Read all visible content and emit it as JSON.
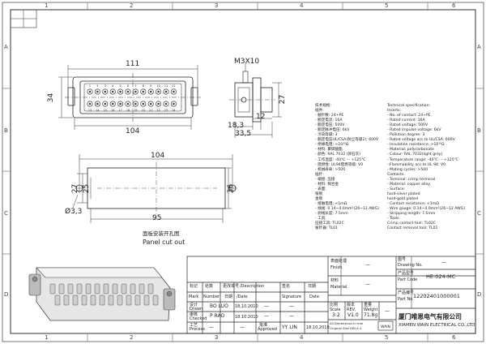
{
  "zones": {
    "top": [
      "1",
      "2",
      "3",
      "4",
      "5",
      "6"
    ],
    "bottom": [
      "1",
      "2",
      "3",
      "4",
      "5",
      "6"
    ],
    "left": [
      "A",
      "B",
      "C",
      "D"
    ],
    "right": [
      "A",
      "B",
      "C",
      "D"
    ]
  },
  "dimensions": {
    "front_width_outer": "111",
    "front_height": "34",
    "front_width_inner": "104",
    "screw": "M3X10",
    "side_height": "27",
    "side_18_3": "18,3",
    "side_12": "12",
    "side_33_5": "33,5",
    "cut_width_outer": "104",
    "cut_27": "27",
    "cut_25": "25",
    "cut_36": "36",
    "cut_hole": "Ø3,3",
    "cut_95": "95"
  },
  "pins": {
    "top": [
      "1",
      "2",
      "3",
      "4",
      "5",
      "6",
      "7",
      "8",
      "9",
      "10",
      "11",
      "12"
    ],
    "bottom": [
      "13",
      "14",
      "15",
      "16",
      "17",
      "18",
      "19",
      "20",
      "21",
      "22",
      "23",
      "24"
    ]
  },
  "cutout_label": {
    "cn": "面板安装开孔图",
    "en": "Panel cut out"
  },
  "spec_cn": [
    "技术规格:",
    "插件:",
    "- 触针数: 24+PE",
    "- 额定电流: 16A",
    "- 额定电压: 500V",
    "- 额定脉冲电压: 6kV",
    "- 污染等级: 3",
    "- 额定电压UL/CSA(防尘等级2): 600V",
    "- 绝缘电阻: >10¹⁰Ω",
    "- 材料: 聚碳酸酯",
    "- 颜色: RAL 7032 (卵石灰)",
    "- 工作温度: -40℃ ··· +125℃",
    "- 阻燃性: UL94阻燃等级: V0",
    "- 机械寿命: >500",
    "插针:",
    "- 端接: 压接",
    "- 材料: 铜合金",
    "- 表面:",
    "   银镀",
    "   金镀",
    "- 接触电阻: <1mΩ",
    "- 线规: 0.14~4.0mm²(26~12 AWG)",
    "- 剥线长度: 7.5mm",
    "- 工具:",
    "   压接工具: TL02C",
    "   拔针器: TL01"
  ],
  "spec_en": [
    "Technical specification:",
    "Inserts:",
    "- No. of contact: 24+PE",
    "- Rated current: 16A",
    "- Rated voltage: 500V",
    "- Rated impulse voltage: 6kV",
    "- Pollution degree: 3",
    "- Rated voltage acc.to UL/CSA: 600V",
    "- Insulation resistance: >10¹⁰Ω",
    "- Material: polycarbonate",
    "- Colour: RAL 7032(light grey)",
    "- Temperature range: -40℃ ··· +125℃",
    "- Flammability acc.to UL 94: V0",
    "- Mating cycles: >500",
    "Contacts:",
    "- Terminal: crimp terminal",
    "- Material: copper alloy",
    "- Surface:",
    "   hard-silver plated",
    "   hard-gold plated",
    "- Contact resistance: <1mΩ",
    "- Wire gauge: 0.14~4.0mm²(26~12 AWG)",
    "- Stripping length: 7.5mm",
    "- Tools:",
    "   Crimp contact tool: TL02C",
    "   Contact removal tool: TL01"
  ],
  "title_block": {
    "finish_cn": "表面处理",
    "finish_en": "Finish",
    "finish_val": "—",
    "material_cn": "材料",
    "material_en": "Material",
    "material_val": "—",
    "drawing_no_cn": "图号",
    "drawing_no_en": "Drawing No.",
    "drawing_no_val": "—",
    "part_code_cn": "产品型号",
    "part_code_en": "Part Code",
    "part_code_val": "HE-024-MC",
    "part_no_cn": "产品编号",
    "part_no_en": "Part No.",
    "part_no_val": "12202401000001",
    "mark_cn": "标记",
    "mark_en": "Mark",
    "number_cn": "处数",
    "number_en": "Number",
    "desc_cn": "更改单号",
    "desc_en": "/Description",
    "date_cn": "日期",
    "date_en": "/Date",
    "sign_cn": "签名",
    "sign_en": "Signature",
    "date2_cn": "日期",
    "date2_en": "Date",
    "drawn_cn": "设计",
    "drawn_en": "Drawn",
    "drawn_name": "BO LUO",
    "drawn_date": "18.10.2010",
    "checked_cn": "审核",
    "checked_en": "Checked",
    "checked_name": "P RAO",
    "checked_date": "18.10.2010",
    "process_cn": "工艺",
    "process_en": "Process",
    "approved_cn": "批准",
    "approved_en": "Approved",
    "approved_name": "YY LIN",
    "approved_date": "18.10.2010",
    "dash": "—",
    "scale_cn": "比例",
    "scale_en": "Scale",
    "scale_val": "3:2",
    "rev_cn": "版本",
    "rev_en": "REV.",
    "rev_val": "V1.0",
    "weight_cn": "重量",
    "weight_en": "Weight",
    "weight_val": "71.8g",
    "units_line1": "All Dimensions in mm",
    "units_line2": "Original Size DIN A 4",
    "company_cn": "厦门唯恩电气有限公司",
    "company_en": "XIAMEN WAIN ELECTRICAL CO.,LTD",
    "logo_text": "WAIN"
  }
}
